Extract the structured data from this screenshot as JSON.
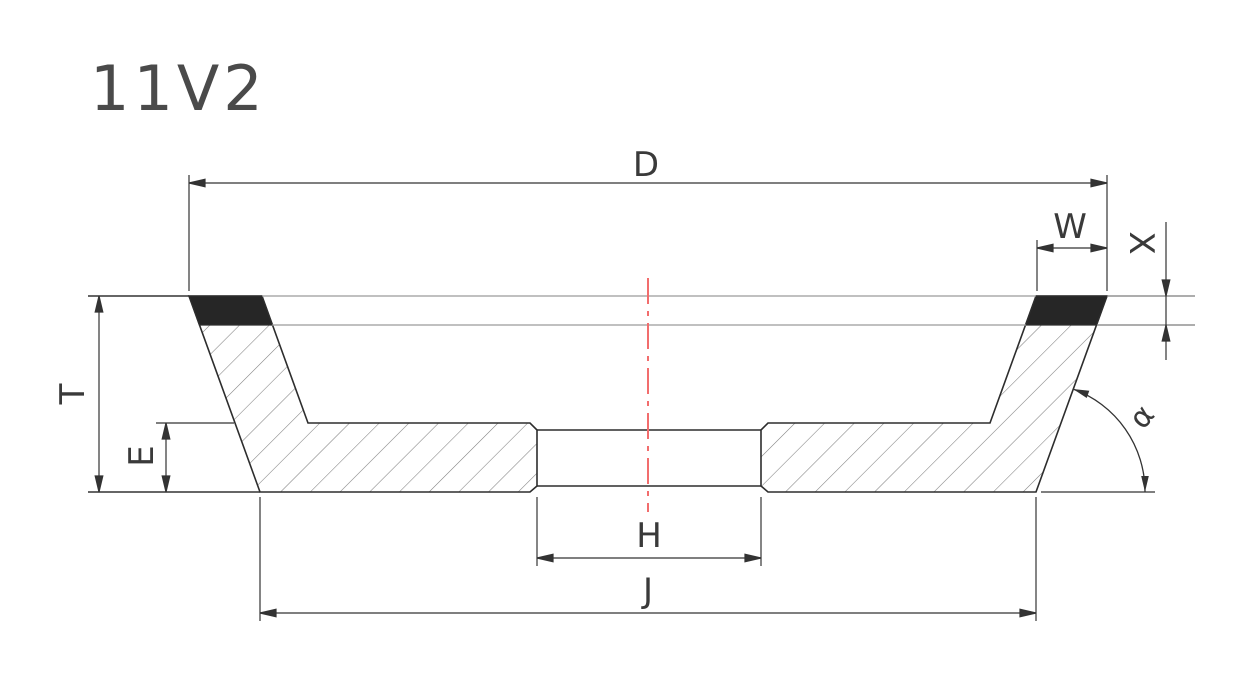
{
  "drawing": {
    "title": "11V2",
    "type_description": "flaring-cup-grinding-wheel-cross-section",
    "labels": {
      "outer_diameter": "D",
      "rim_width": "W",
      "abrasive_depth": "X",
      "total_thickness": "T",
      "back_thickness": "E",
      "bore_diameter": "H",
      "back_diameter": "J",
      "wall_angle": "α"
    }
  },
  "colors": {
    "background": "#ffffff",
    "outline": "#2d2d2d",
    "dimension_line": "#333333",
    "thin_projection_line": "#9a9a9a",
    "hatch_line": "#808080",
    "centerline_red": "#f26d6d",
    "abrasive_fill": "#262626",
    "text": "#3a3a3a"
  }
}
